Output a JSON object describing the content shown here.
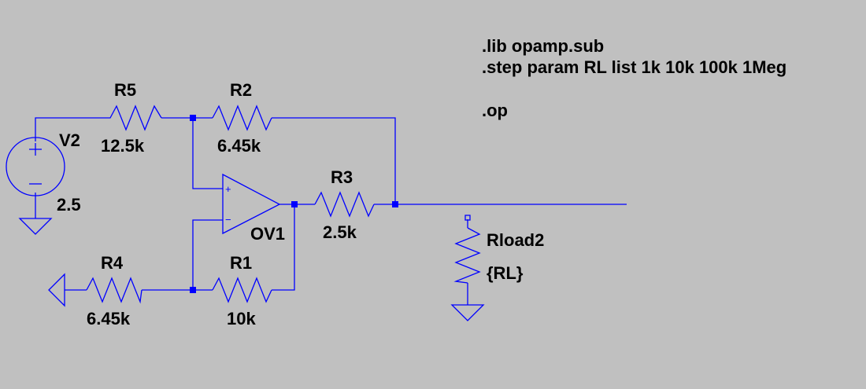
{
  "directives": [
    ".lib opamp.sub",
    ".step param RL list 1k 10k 100k 1Meg",
    ".op"
  ],
  "components": {
    "V2": {
      "name": "V2",
      "value": "2.5"
    },
    "R5": {
      "name": "R5",
      "value": "12.5k"
    },
    "R2": {
      "name": "R2",
      "value": "6.45k"
    },
    "R3": {
      "name": "R3",
      "value": "2.5k"
    },
    "R4": {
      "name": "R4",
      "value": "6.45k"
    },
    "R1": {
      "name": "R1",
      "value": "10k"
    },
    "OV1": {
      "name": "OV1"
    },
    "Rload2": {
      "name": "Rload2",
      "value": "{RL}"
    }
  },
  "opamp_pins": {
    "plus": "+",
    "minus": "−"
  },
  "vsource_signs": {
    "plus": "+",
    "minus": "−"
  },
  "colors": {
    "background": "#c0c0c0",
    "wire": "#0000ff",
    "text": "#000000"
  }
}
